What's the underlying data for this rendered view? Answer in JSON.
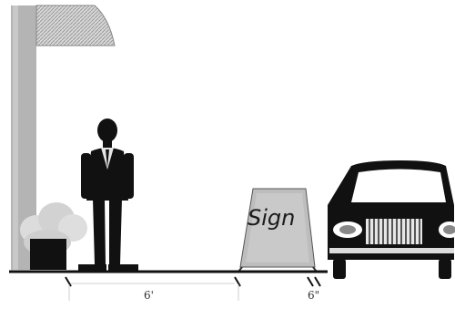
{
  "labels": {
    "sign": "Sign",
    "dim_left": "6'",
    "dim_right": "6\""
  }
}
